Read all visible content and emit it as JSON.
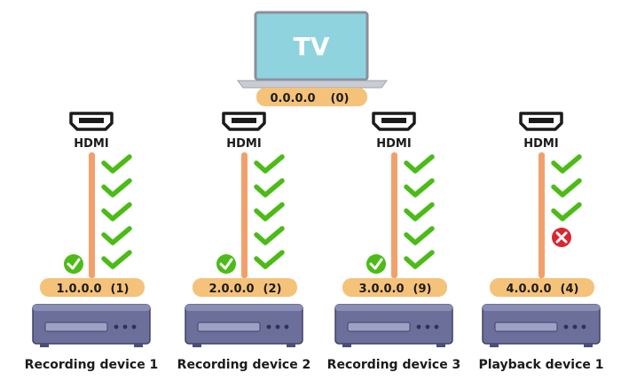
{
  "tv": {
    "label": "TV",
    "address": "0.0.0.0",
    "logical": "(0)"
  },
  "colors": {
    "screen": "#8fd3df",
    "screen_border": "#8a8f9a",
    "stand": "#c9ccd3",
    "address_bar": "#f5c27a",
    "cable": "#f2a06b",
    "check": "#4cbb17",
    "error": "#d9262f",
    "device_body": "#6c6f9a",
    "device_dark": "#4b4e76"
  },
  "hdmi_label": "HDMI",
  "branches": [
    {
      "name": "Recording device 1",
      "address": "1.0.0.0",
      "logical": "(1)",
      "checks": 5,
      "status": "ok"
    },
    {
      "name": "Recording device 2",
      "address": "2.0.0.0",
      "logical": "(2)",
      "checks": 5,
      "status": "ok"
    },
    {
      "name": "Recording device 3",
      "address": "3.0.0.0",
      "logical": "(9)",
      "checks": 5,
      "status": "ok"
    },
    {
      "name": "Playback device 1",
      "address": "4.0.0.0",
      "logical": "(4)",
      "checks": 3,
      "status": "error"
    }
  ]
}
